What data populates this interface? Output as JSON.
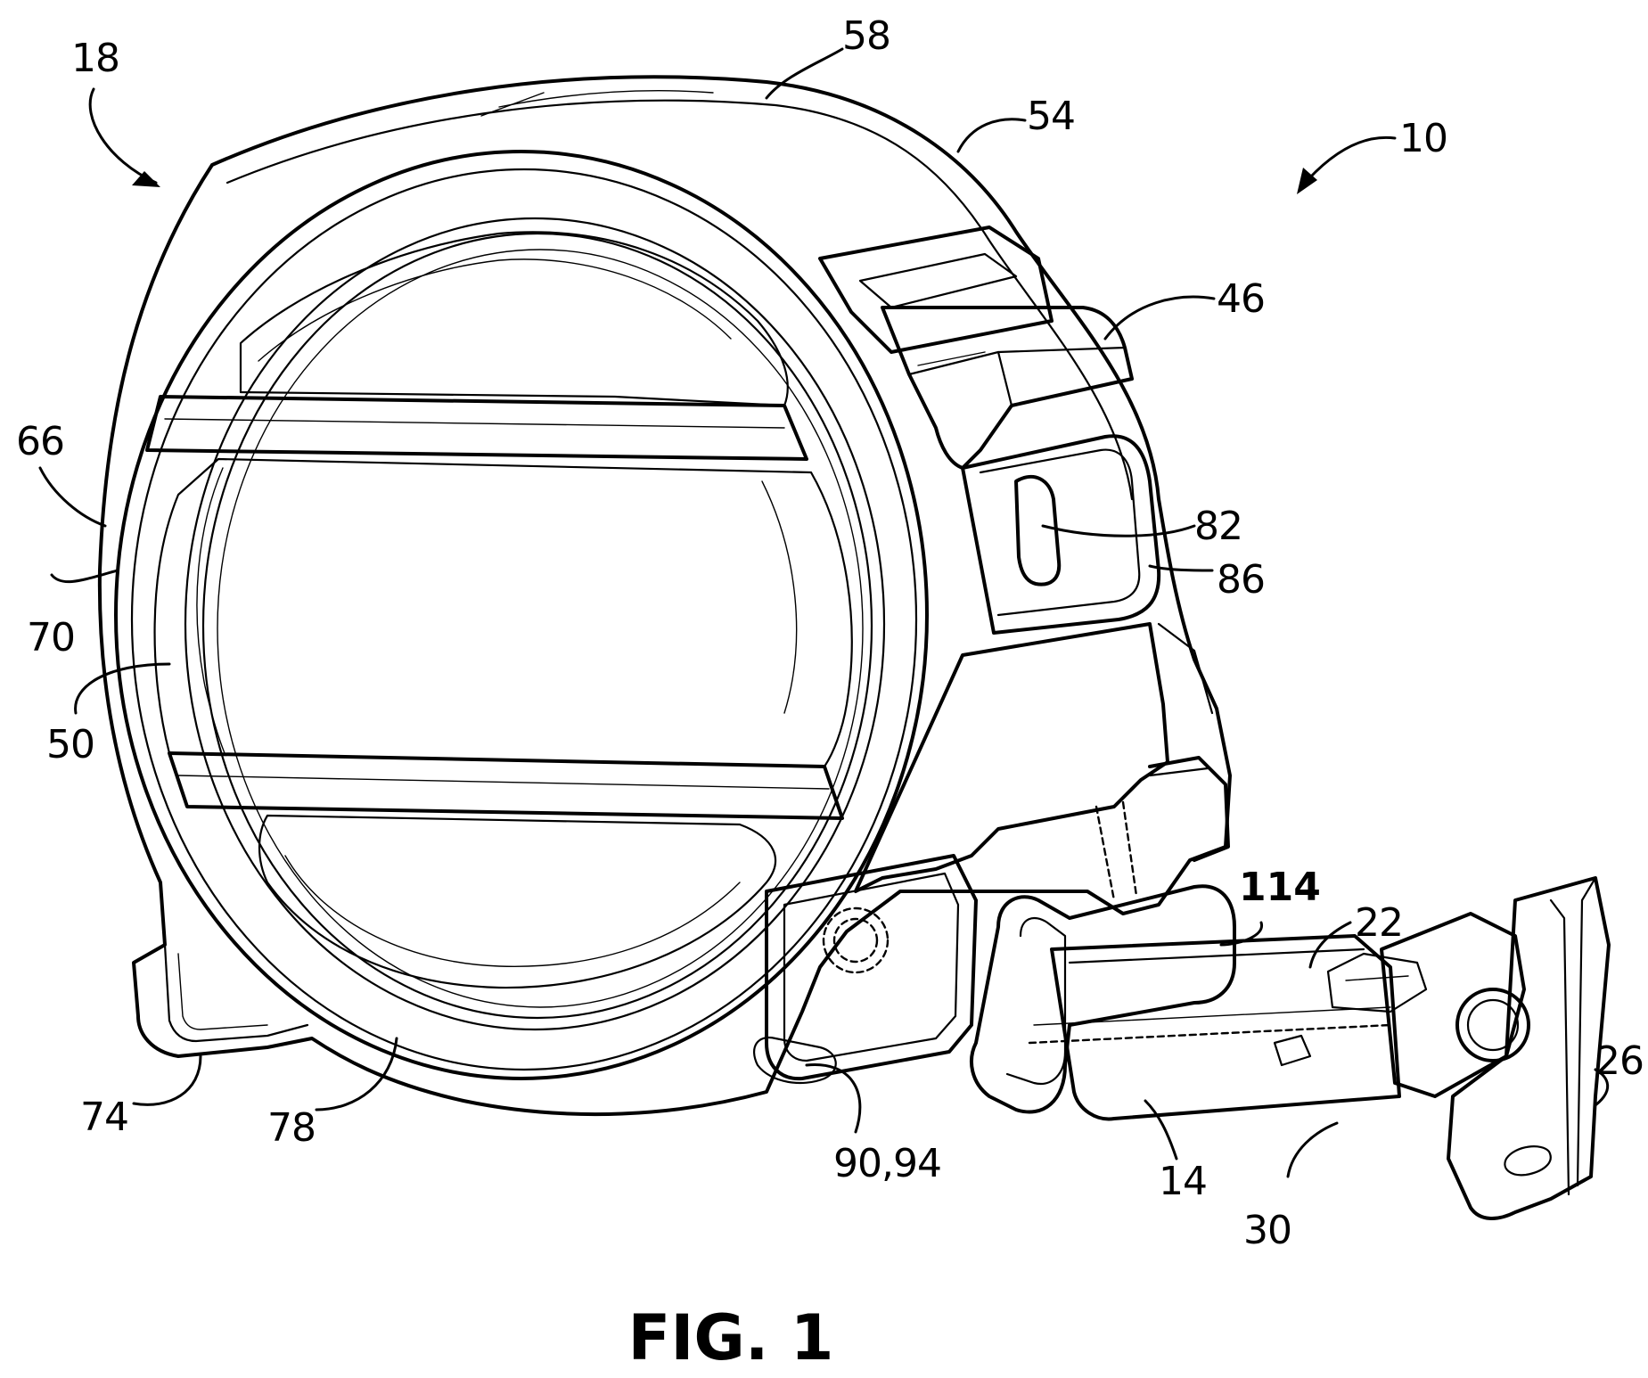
{
  "figure": {
    "caption": "FIG. 1",
    "reference_numerals": {
      "r10": "10",
      "r14": "14",
      "r18": "18",
      "r22": "22",
      "r26": "26",
      "r30": "30",
      "r46": "46",
      "r50": "50",
      "r54": "54",
      "r58": "58",
      "r66": "66",
      "r70": "70",
      "r74": "74",
      "r78": "78",
      "r82": "82",
      "r86": "86",
      "r90_94": "90,94",
      "r114": "114"
    }
  }
}
